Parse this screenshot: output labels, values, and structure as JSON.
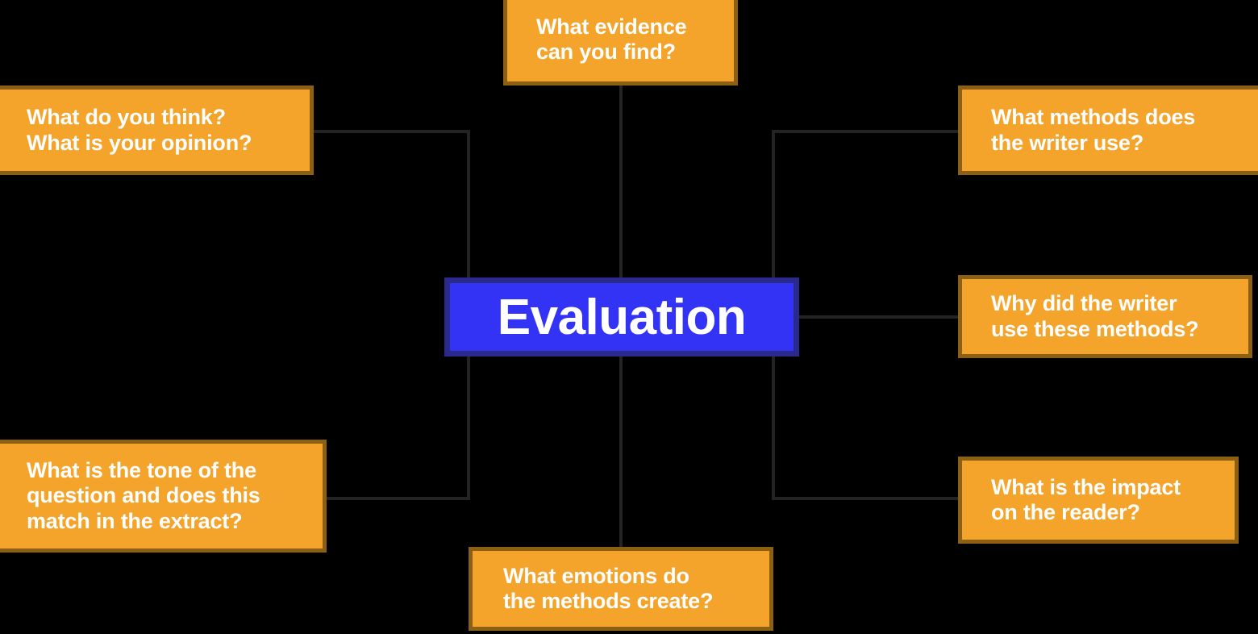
{
  "diagram": {
    "type": "mind-map",
    "title": "Evaluation",
    "background_color": "#000000",
    "center_node": {
      "id": "center-evaluation",
      "label": "Evaluation",
      "fill_color": "#3333F5",
      "border_color": "#2A2A8C",
      "text_color": "#FFFFFF"
    },
    "branch_style": {
      "fill_color": "#F5A42B",
      "border_color": "#8B6014",
      "text_color": "#FFFFFF"
    },
    "connector_color": "#232323",
    "branches": [
      {
        "id": "branch-evidence",
        "position": "top",
        "label": "What evidence\ncan you find?"
      },
      {
        "id": "branch-opinion",
        "position": "top-left",
        "label": "What do you think?\nWhat is your opinion?"
      },
      {
        "id": "branch-methods",
        "position": "top-right",
        "label": "What methods does\nthe writer use?"
      },
      {
        "id": "branch-why-methods",
        "position": "middle-right",
        "label": "Why did the writer\nuse these methods?"
      },
      {
        "id": "branch-impact",
        "position": "bottom-right",
        "label": "What is the impact\non the reader?"
      },
      {
        "id": "branch-tone",
        "position": "bottom-left",
        "label": "What is the tone of the\nquestion and does this\nmatch in the extract?"
      },
      {
        "id": "branch-emotions",
        "position": "bottom",
        "label": "What emotions do\nthe methods create?"
      }
    ]
  }
}
